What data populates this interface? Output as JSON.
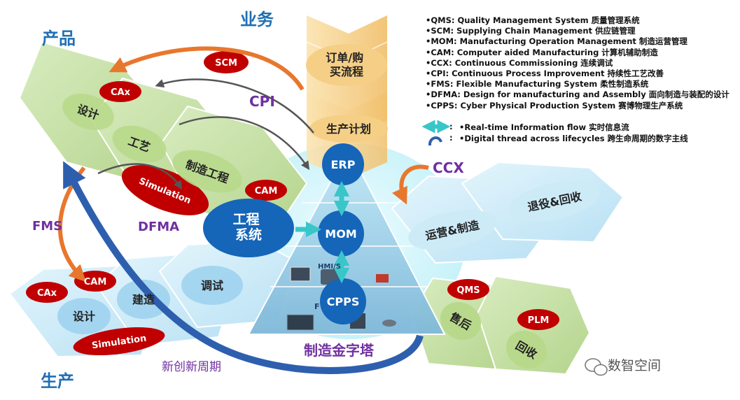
{
  "sections": {
    "product": "产品",
    "business": "业务",
    "production": "生产"
  },
  "product_chevrons": {
    "design": "设计",
    "process": "工艺",
    "mfg_engineering": "制造工程"
  },
  "production_chevrons": {
    "design": "设计",
    "build": "建造",
    "commission": "调试"
  },
  "business_chevrons": {
    "order": "订单/购买流程",
    "plan": "生产计划"
  },
  "lifecycle_chevrons": {
    "operate": "运营&制造",
    "retire": "退役&回收",
    "service": "售后",
    "recycle": "回收"
  },
  "tags": {
    "scm": "SCM",
    "cax_top": "CAx",
    "cam_top": "CAM",
    "sim_top": "Simulation",
    "cam_bottom": "CAM",
    "cax_bottom": "CAx",
    "sim_bottom": "Simulation",
    "qms": "QMS",
    "plm": "PLM"
  },
  "pyramid": {
    "erp": "ERP",
    "mom": "MOM",
    "cpps": "CPPS",
    "hmi": "HMI/S",
    "field": "F",
    "title": "制造金字塔"
  },
  "engineering_system": "工程系统",
  "flow_labels": {
    "cpi": "CPI",
    "ccx": "CCX",
    "fms": "FMS",
    "dfma": "DFMA",
    "innovation_cycle": "新创新周期"
  },
  "legend": [
    "•QMS: Quality Management System 质量管理系统",
    "•SCM: Supplying Chain Management 供应链管理",
    "•MOM: Manufacturing Operation Management 制造运营管理",
    "•CAM: Computer aided Manufacturing 计算机辅助制造",
    "•CCX: Continuous Commissioning 连续调试",
    "•CPI: Continuous Process Improvement 持续性工艺改善",
    "•FMS: Flexible Manufacturing System 柔性制造系统",
    "•DFMA: Design for manufacturing and Assembly 面向制造与装配的设计",
    "•CPPS: Cyber Physical Production System 赛博物理生产系统"
  ],
  "arrow_key": {
    "realtime": "•Real-time Information flow 实时信息流",
    "digital_thread": "•Digital thread across lifecycles 跨生命周期的数字主线",
    "marker": ":"
  },
  "watermark": "数智空间",
  "colors": {
    "title_blue": "#1f6fb5",
    "purple": "#7030a0",
    "orange": "#e8772e",
    "tag_red": "#c00000",
    "chevron_green": "#c5e0a5",
    "chevron_blue": "#cfeaf8",
    "node_blue": "#1565b8",
    "cyan_link": "#39c6c9",
    "business_tan": "#f5cf86"
  }
}
